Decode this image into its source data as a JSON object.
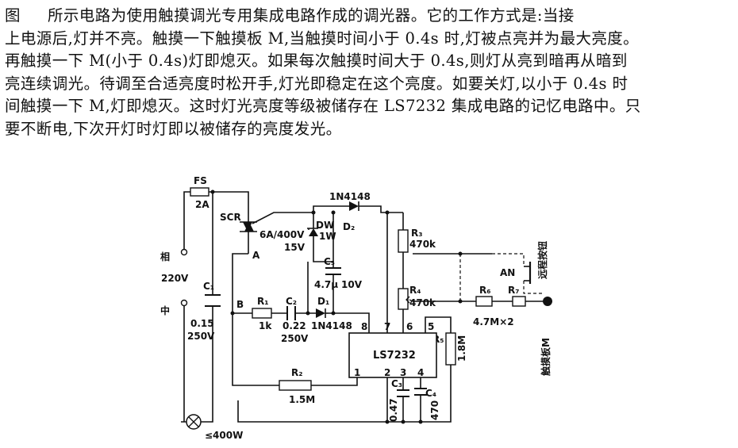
{
  "description": {
    "fig_label": "图",
    "lines": [
      "所示电路为使用触摸调光专用集成电路作成的调光器。它的工作方式是:当接",
      "上电源后,灯并不亮。触摸一下触摸板 M,当触摸时间小于 0.4s 时,灯被点亮并为最大亮度。",
      "再触摸一下 M(小于 0.4s)灯即熄灭。如果每次触摸时间大于 0.4s,则灯从亮到暗再从暗到",
      "亮连续调光。待调至合适亮度时松开手,灯光即稳定在这个亮度。如要关灯,以小于 0.4s 时",
      "间触摸一下 M,灯即熄灭。这时灯光亮度等级被储存在 LS7232 集成电路的记忆电路中。只",
      "要不断电,下次开灯时灯即以被储存的亮度发光。"
    ]
  },
  "circuit": {
    "fuse": {
      "name": "FS",
      "rating": "2A"
    },
    "live_label": "相",
    "voltage_label": "220V",
    "neutral_label": "中",
    "scr": {
      "name": "SCR",
      "rating": "6A/400V"
    },
    "node_a": "A",
    "node_b": "B",
    "diode_top": {
      "part": "1N4148",
      "name": "D₂"
    },
    "zener": {
      "name": "DW",
      "v": "15V",
      "p": "1W"
    },
    "c5": {
      "name": "C₅",
      "value": "4.7μ",
      "voltage": "10V"
    },
    "c1": {
      "name": "C₁",
      "value": "0.15",
      "voltage": "250V"
    },
    "r1": {
      "name": "R₁",
      "value": "1k"
    },
    "c2": {
      "name": "C₂",
      "value": "0.22",
      "voltage": "250V"
    },
    "d1": {
      "name": "D₁",
      "part": "1N4148"
    },
    "r2": {
      "name": "R₂",
      "value": "1.5M"
    },
    "r3": {
      "name": "R₃",
      "value": "470k"
    },
    "r4": {
      "name": "R₄",
      "value": "470k"
    },
    "r5": {
      "name": "R₅",
      "value": "1.8M"
    },
    "r6": {
      "name": "R₆"
    },
    "r7": {
      "name": "R₇"
    },
    "r67_value": "4.7M×2",
    "c3": {
      "name": "C₃",
      "value": "0.47"
    },
    "c4": {
      "name": "C₄",
      "value": "470"
    },
    "ic": {
      "name": "LS7232",
      "pins": {
        "p1": "1",
        "p2": "2",
        "p3": "3",
        "p4": "4",
        "p5": "5",
        "p6": "6",
        "p7": "7",
        "p8": "8"
      }
    },
    "switch_an": "AN",
    "remote_label": "远程按钮",
    "touch_label": "触摸板M",
    "lamp_rating": "≤400W"
  }
}
